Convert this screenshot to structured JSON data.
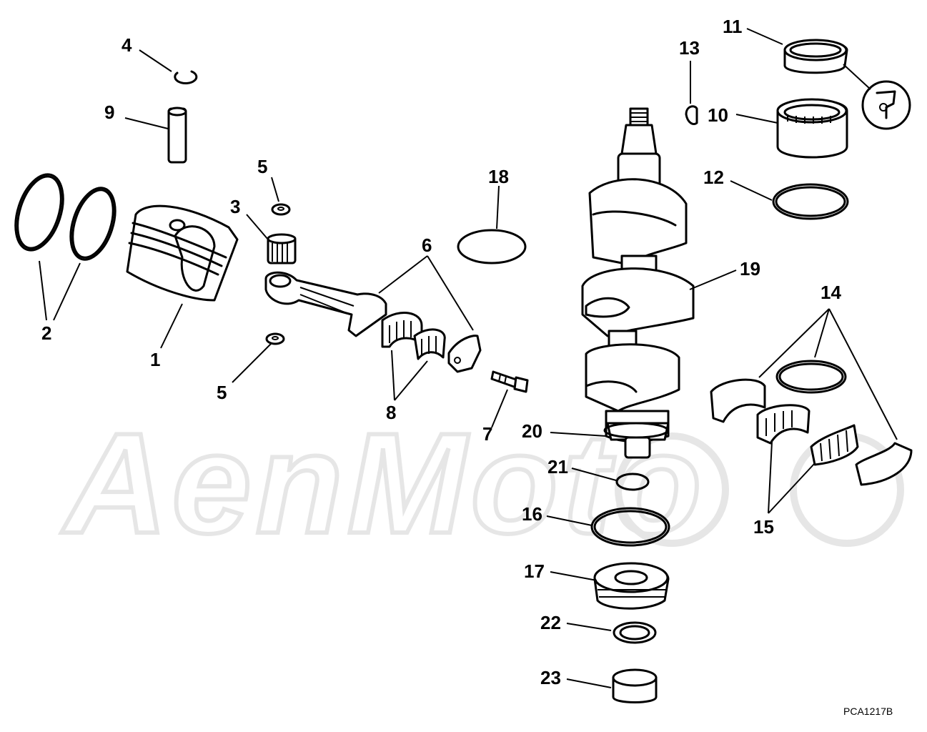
{
  "diagram": {
    "callouts": {
      "c1": "1",
      "c2": "2",
      "c3": "3",
      "c4": "4",
      "c5a": "5",
      "c5b": "5",
      "c6": "6",
      "c7": "7",
      "c8": "8",
      "c9": "9",
      "c10": "10",
      "c11": "11",
      "c12": "12",
      "c13": "13",
      "c14": "14",
      "c15": "15",
      "c16": "16",
      "c17": "17",
      "c18": "18",
      "c19": "19",
      "c20": "20",
      "c21": "21",
      "c22": "22",
      "c23": "23"
    },
    "drawing_code": "PCA1217B",
    "watermark": "AenMoto"
  }
}
